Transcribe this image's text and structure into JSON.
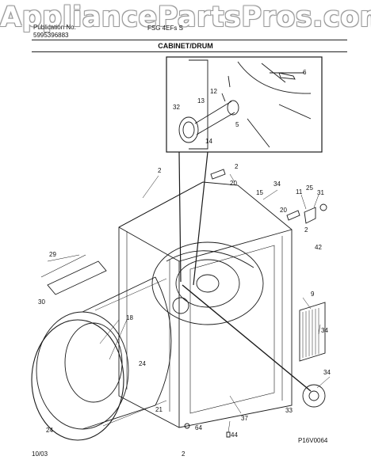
{
  "watermark": "AppliancePartsPros.com",
  "header": {
    "publication_line": "Publication No.",
    "publication_number": "5995396883",
    "model": "FSG 4EFs S",
    "section_title": "CABINET/DRUM"
  },
  "callouts": {
    "c2a": "2",
    "c2b": "2",
    "c2c": "2",
    "c5": "5",
    "c6": "6",
    "c9": "9",
    "c11": "11",
    "c12": "12",
    "c13": "13",
    "c14": "14",
    "c15": "15",
    "c18": "18",
    "c20a": "20",
    "c20b": "20",
    "c21": "21",
    "c24a": "24",
    "c24b": "24",
    "c25": "25",
    "c29": "29",
    "c30": "30",
    "c31": "31",
    "c32": "32",
    "c33": "33",
    "c34a": "34",
    "c34b": "34",
    "c34c": "34",
    "c37": "37",
    "c42": "42",
    "c44": "44",
    "c64": "64"
  },
  "footer": {
    "date": "10/03",
    "page": "2",
    "figure_code": "P16V0064"
  }
}
